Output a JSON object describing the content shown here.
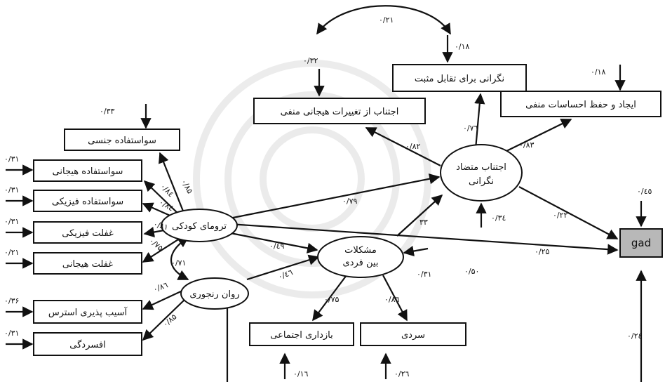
{
  "nodes": {
    "avoid_neg": "اجتناب از تغییرات هیجانی منفی",
    "worry_pos": "نگرانی برای تقابل مثبت",
    "create_neg": "ایجاد و حفظ احساسات منفی",
    "sexual": "سواستفاده جنسی",
    "emotional_abuse": "سواستفاده هیجانی",
    "physical_abuse": "سواستفاده فیزیکی",
    "physical_neglect": "غفلت فیزیکی",
    "emotional_neglect": "غفلت هیجانی",
    "stress": "آسیب پذیری استرس",
    "depression": "افسردگی",
    "social": "بازداری اجتماعی",
    "cold": "سردی",
    "trauma": "ترومای کودکی",
    "neuro": "روان رنجوری",
    "conflict_l1": "اجتناب متضاد",
    "conflict_l2": "نگرانی",
    "inter_l1": "مشکلات",
    "inter_l2": "بین فردی",
    "gad": "gad"
  },
  "coefficients": {
    "top_cov": "۰/۲۱",
    "worry_err": "۰/۱۸",
    "create_err": "۰/۱۸",
    "avoid_err": "۰/۳۲",
    "sexual_err": "۰/۳۳",
    "ea_err": "۰/۳۱",
    "pa_err": "۰/۳۱",
    "pn_err": "۰/۳۱",
    "en_err": "۰/۲۱",
    "stress_err": "۰/۳۶",
    "dep_err": "۰/۳۱",
    "load_sexual": "۰/۸۵",
    "load_ea": "۰/۸٤",
    "load_pa": "۰/۸٤",
    "load_pn": "۰/۸۱",
    "load_en": "۰/۷۵",
    "trauma_neuro_cov": "۰/۷۱",
    "load_stress": "۰/۸٦",
    "load_dep": "۰/۸۵",
    "trauma_conflict": "۰/۷۹",
    "trauma_gad": "۰/۲۵",
    "trauma_inter": "۰/٤٩",
    "neuro_inter": "۰/٤٦",
    "inter_conflict": "۳۳",
    "inter_err": "۰/۳۱",
    "conflict_err": "۰/۳٤",
    "load_avoid": "۰/۸۲",
    "load_worry": "۰/۷٦",
    "load_create": "۰/۸۳",
    "conflict_gad": "۰/۲۲",
    "gad_err": "۰/٤٥",
    "gad_r": "۰/۵۰",
    "load_social": "۰/۷۵",
    "load_cold": "۰/۸٦",
    "social_err": "۰/۱٦",
    "cold_err": "۰/۲٦",
    "bottom_right": "۰/۲٤"
  }
}
